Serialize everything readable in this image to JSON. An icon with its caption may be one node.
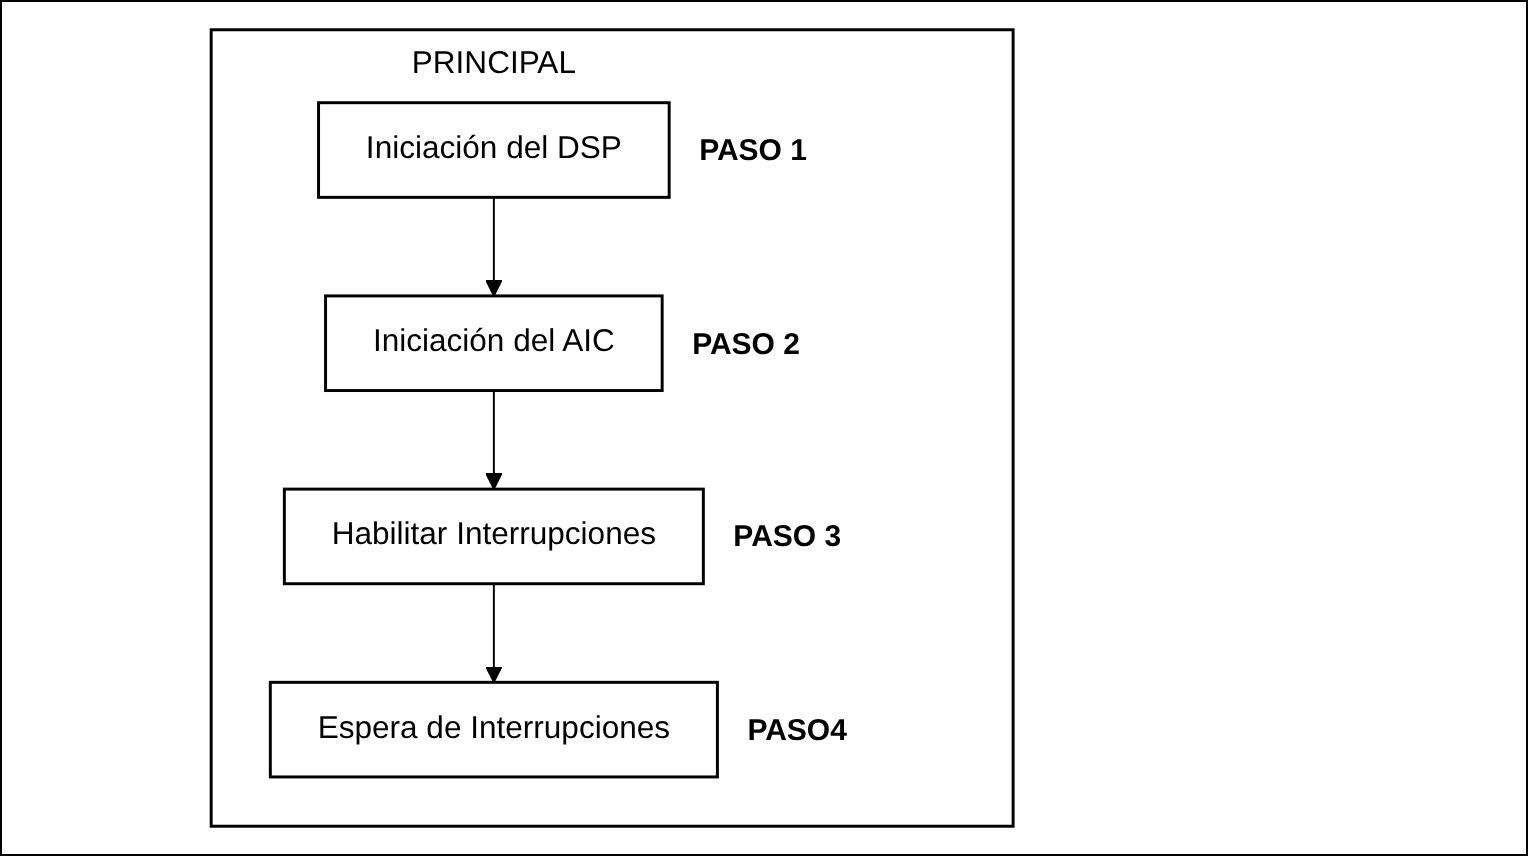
{
  "diagram": {
    "nodes": [
      {
        "text": [
          "PRINCIPAL"
        ]
      },
      {
        "text": [
          "Iniciación del DSP"
        ],
        "in": 0,
        "beside": [
          "PASO 1"
        ]
      },
      {
        "text": [
          "Iniciación del AIC"
        ],
        "in": 0,
        "beside": [
          "PASO 2"
        ]
      },
      {
        "text": [
          "Habilitar Interrupciones"
        ],
        "in": 0,
        "beside": [
          "PASO 3"
        ]
      },
      {
        "text": [
          "Espera de Interrupciones"
        ],
        "in": 0,
        "beside": [
          "PASO4"
        ]
      }
    ],
    "edges": [
      {
        "from": 1,
        "to": 2,
        "arrow": "to"
      },
      {
        "from": 2,
        "to": 3,
        "arrow": "to"
      },
      {
        "from": 3,
        "to": 4,
        "arrow": "to"
      }
    ]
  }
}
